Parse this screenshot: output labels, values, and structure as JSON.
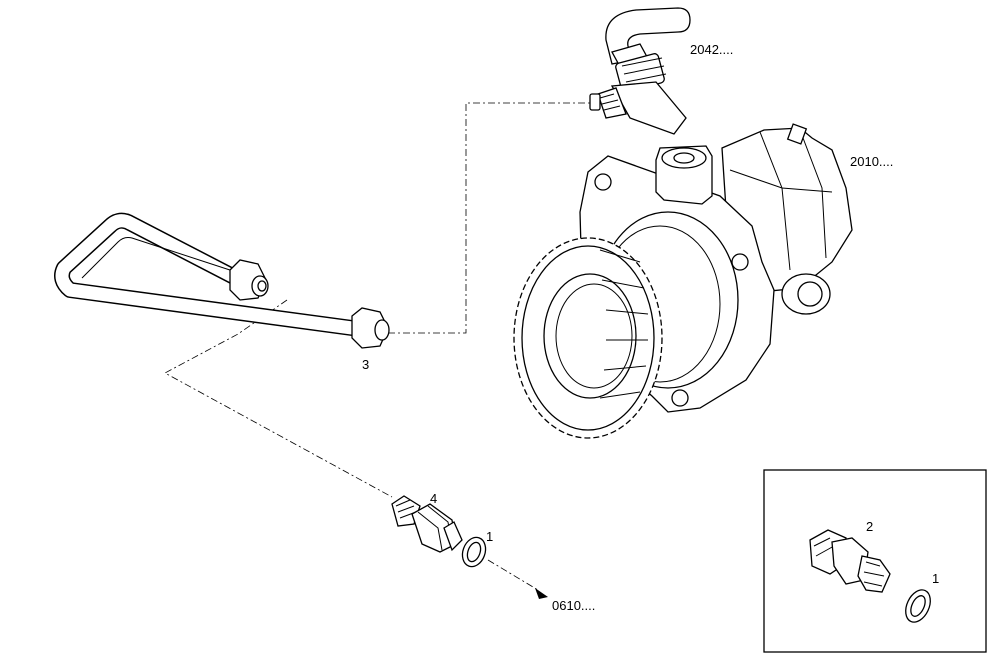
{
  "labels": {
    "ref_2042": "2042....",
    "ref_2010": "2010....",
    "ref_0610": "0610....",
    "item_3": "3",
    "item_4": "4",
    "item_1_main": "1",
    "detail_item_2": "2",
    "detail_item_1": "1"
  }
}
